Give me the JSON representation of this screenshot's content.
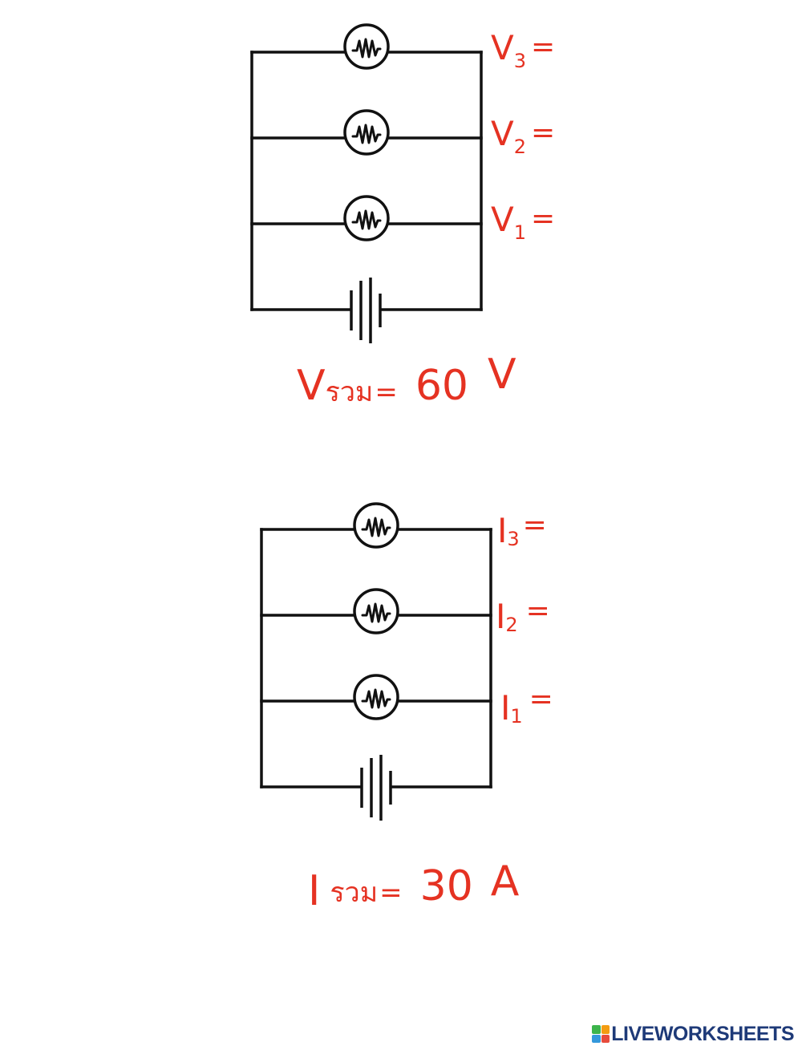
{
  "diagrams": [
    {
      "id": "voltage",
      "branch_labels": [
        {
          "main": "V",
          "sub": "3",
          "eq": "="
        },
        {
          "main": "V",
          "sub": "2",
          "eq": "="
        },
        {
          "main": "V",
          "sub": "1",
          "eq": "="
        }
      ],
      "total": {
        "symbol": "V",
        "thai": "รวม",
        "eq": "=",
        "value": "60",
        "unit": "V"
      }
    },
    {
      "id": "current",
      "branch_labels": [
        {
          "main": "I",
          "sub": "3",
          "eq": "="
        },
        {
          "main": "I",
          "sub": "2",
          "eq": "="
        },
        {
          "main": "I",
          "sub": "1",
          "eq": "="
        }
      ],
      "total": {
        "symbol": "I",
        "thai": "รวม",
        "eq": "=",
        "value": "30",
        "unit": "A"
      }
    }
  ],
  "watermark": {
    "text": "LIVEWORKSHEETS",
    "logo_colors": [
      "#3cb44b",
      "#f39c12",
      "#3498db",
      "#e74c3c"
    ]
  },
  "colors": {
    "ink": "#111111",
    "handwriting": "#e53222"
  }
}
